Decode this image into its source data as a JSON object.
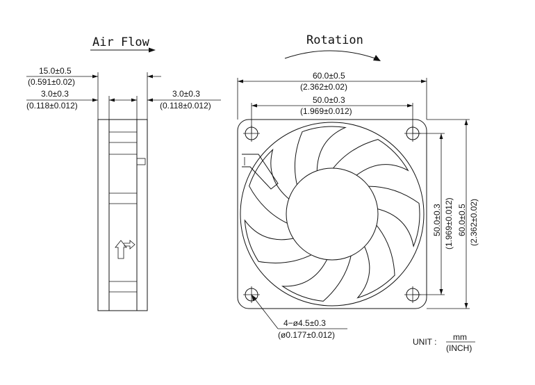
{
  "titles": {
    "air_flow": "Air Flow",
    "rotation": "Rotation"
  },
  "side_view": {
    "depth_mm": "15.0±0.5",
    "depth_inch": "(0.591±0.02)",
    "left_flange_mm": "3.0±0.3",
    "left_flange_inch": "(0.118±0.012)",
    "right_flange_mm": "3.0±0.3",
    "right_flange_inch": "(0.118±0.012)"
  },
  "front_view": {
    "width_mm": "60.0±0.5",
    "width_inch": "(2.362±0.02)",
    "hole_pitch_mm": "50.0±0.3",
    "hole_pitch_inch": "(1.969±0.012)",
    "v_hole_pitch_mm": "50.0±0.3",
    "v_hole_pitch_inch": "(1.969±0.012)",
    "height_mm": "60.0±0.5",
    "height_inch": "(2.362±0.02)",
    "hole_note_mm": "4−ø4.5±0.3",
    "hole_note_inch": "(ø0.177±0.012)"
  },
  "unit": {
    "label": "UNIT :",
    "top": "mm",
    "bottom": "(INCH)"
  },
  "colors": {
    "line": "#111111",
    "background": "#ffffff"
  }
}
